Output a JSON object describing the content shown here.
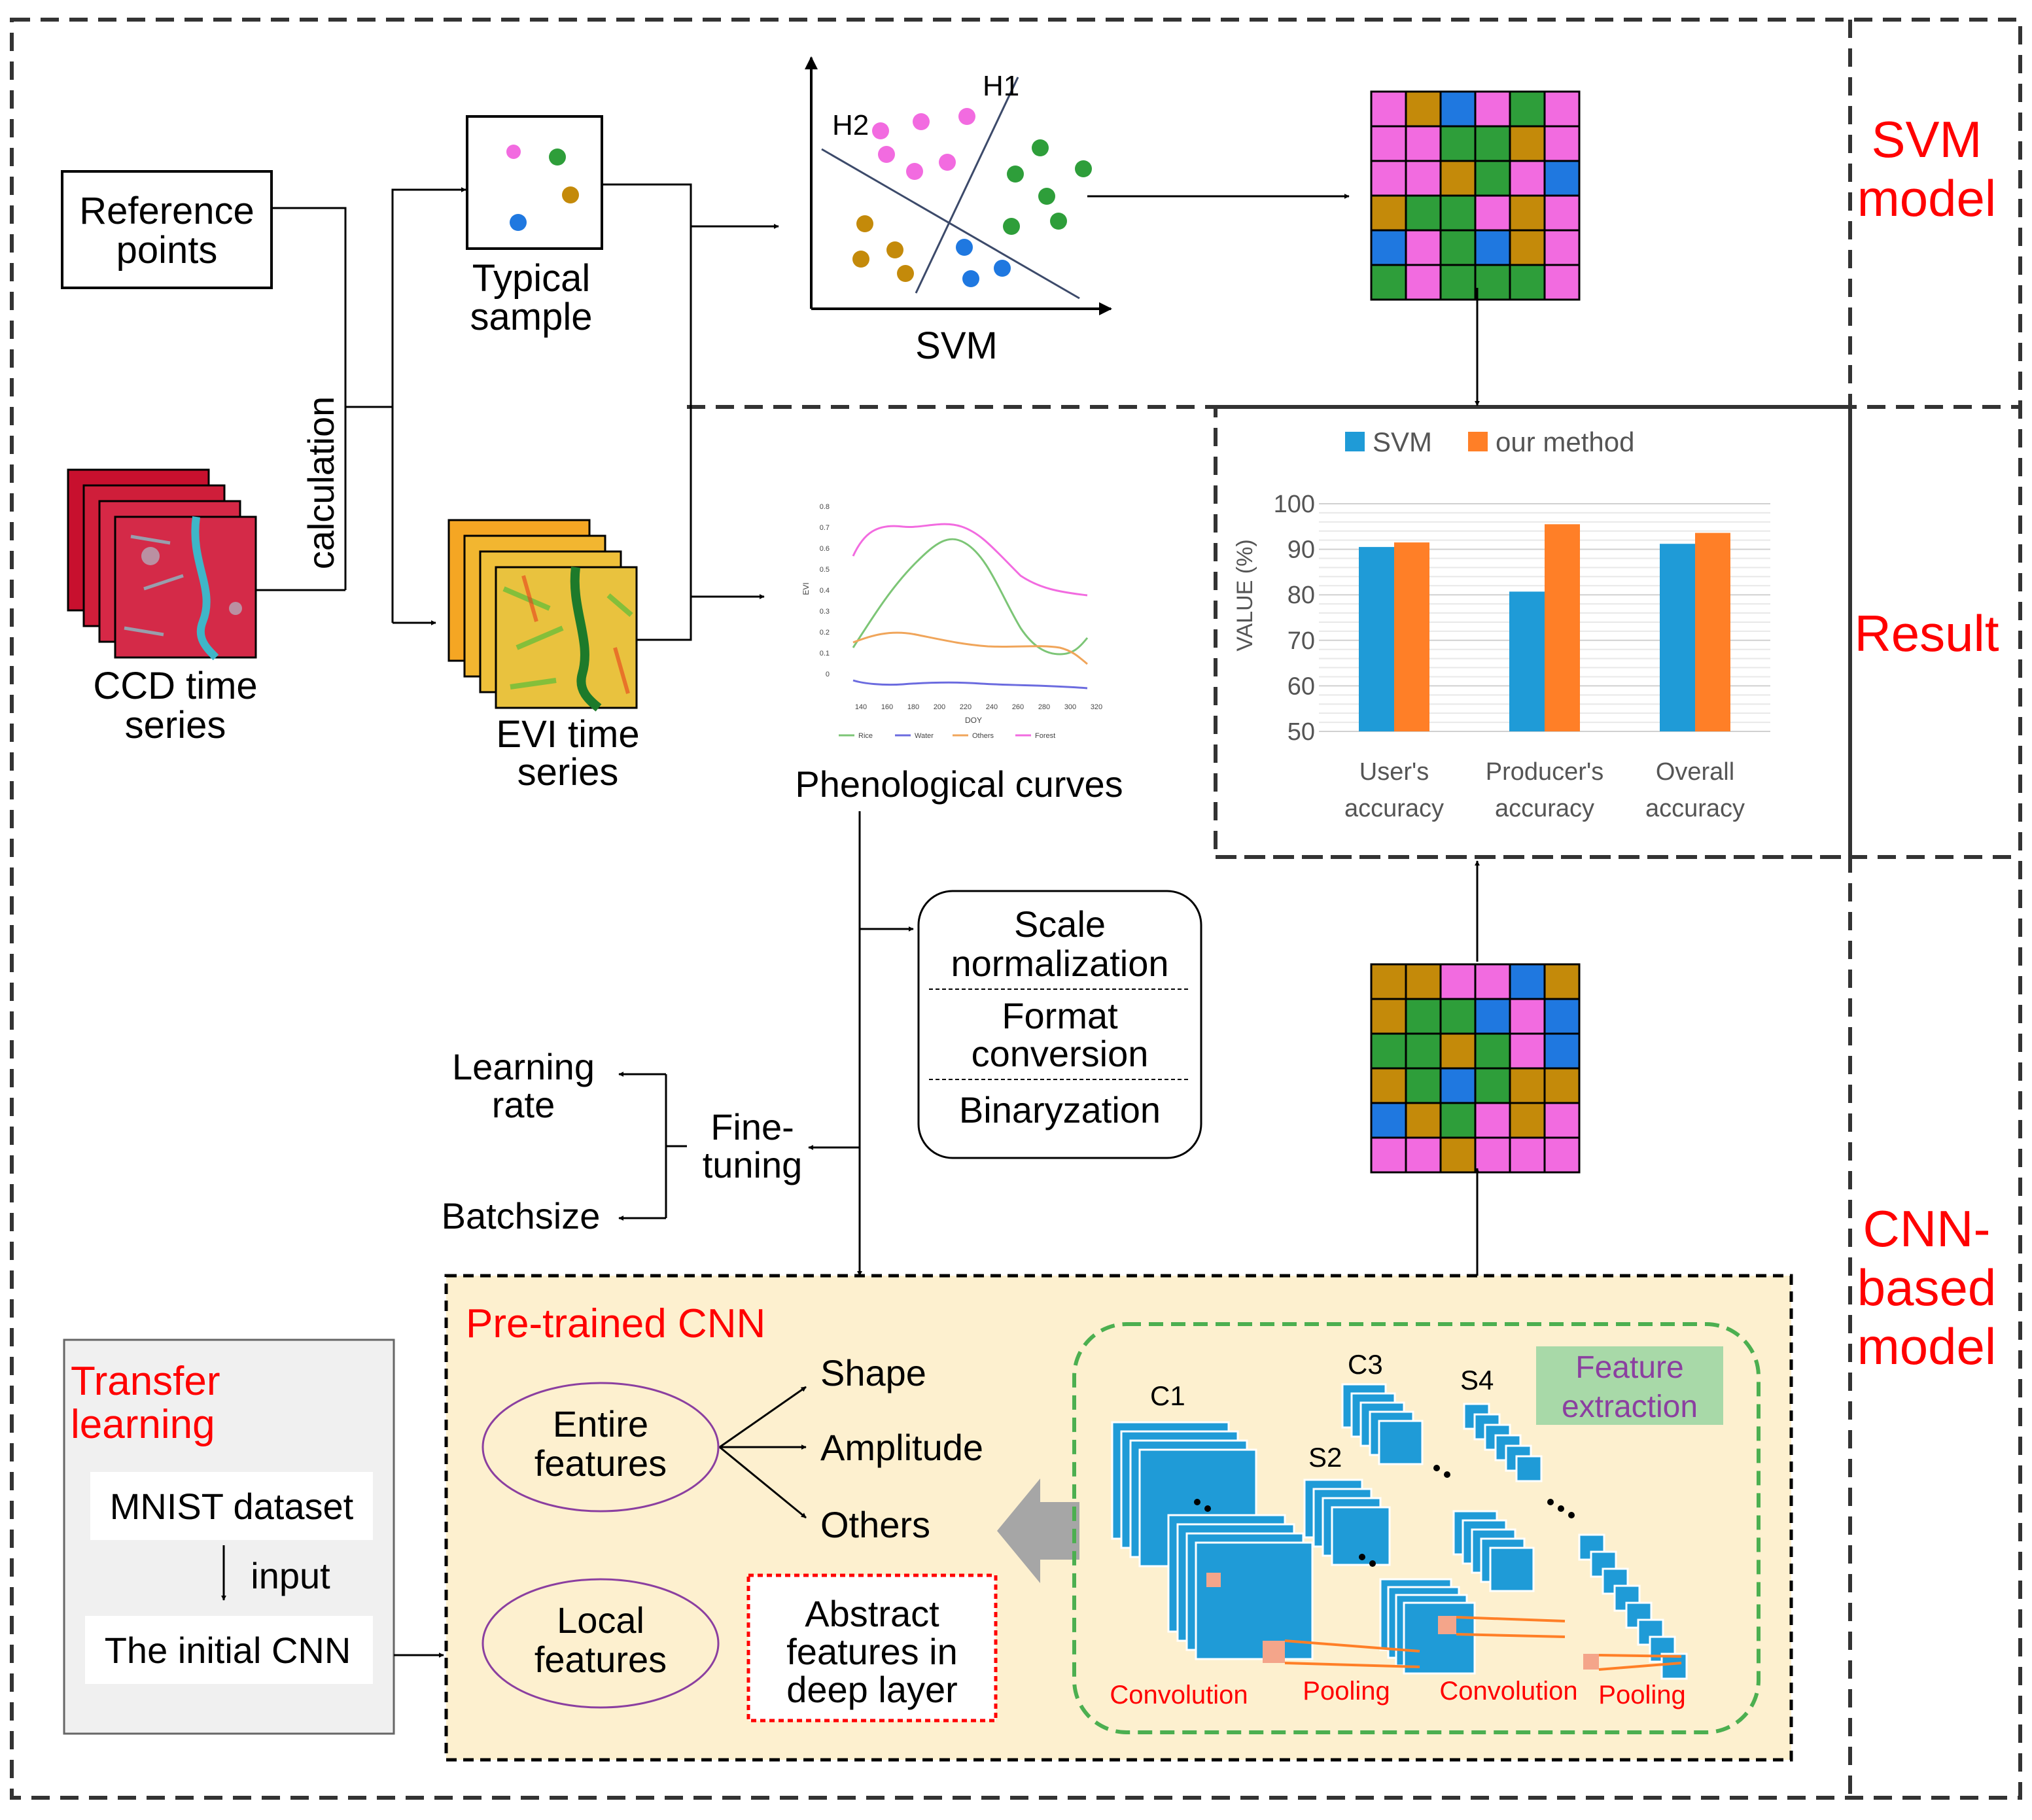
{
  "sections": {
    "svm": "SVM model",
    "svm_l1": "SVM",
    "svm_l2": "model",
    "result": "Result",
    "cnn_l1": "CNN-",
    "cnn_l2": "based",
    "cnn_l3": "model"
  },
  "inputs": {
    "reference_l1": "Reference",
    "reference_l2": "points",
    "ccd_l1": "CCD time",
    "ccd_l2": "series",
    "calculation": "calculation",
    "evi_l1": "EVI time",
    "evi_l2": "series",
    "typical_l1": "Typical",
    "typical_l2": "sample"
  },
  "svm_plot": {
    "caption": "SVM",
    "h1": "H1",
    "h2": "H2"
  },
  "phenology": {
    "caption": "Phenological curves",
    "ylabel": "EVI",
    "xlabel": "DOY",
    "yticks": [
      "0.8",
      "0.7",
      "0.6",
      "0.5",
      "0.4",
      "0.3",
      "0.2",
      "0.1",
      "0"
    ],
    "xticks": [
      "140",
      "160",
      "180",
      "200",
      "220",
      "240",
      "260",
      "280",
      "300",
      "320"
    ],
    "legend": [
      "Rice",
      "Water",
      "Others",
      "Forest"
    ],
    "colors": [
      "#7cc576",
      "#6b6bdf",
      "#f0a55a",
      "#f26be0"
    ]
  },
  "preprocess": {
    "scale_l1": "Scale",
    "scale_l2": "normalization",
    "format_l1": "Format",
    "format_l2": "conversion",
    "binary": "Binaryzation"
  },
  "finetune": {
    "label_l1": "Fine-",
    "label_l2": "tuning",
    "lr_l1": "Learning",
    "lr_l2": "rate",
    "batch": "Batchsize"
  },
  "transfer": {
    "title_l1": "Transfer",
    "title_l2": "learning",
    "mnist": "MNIST dataset",
    "input": "input",
    "initial": "The initial CNN"
  },
  "cnn": {
    "title": "Pre-trained CNN",
    "entire_l1": "Entire",
    "entire_l2": "features",
    "shape": "Shape",
    "amplitude": "Amplitude",
    "others": "Others",
    "local_l1": "Local",
    "local_l2": "features",
    "abstract_l1": "Abstract",
    "abstract_l2": "features in",
    "abstract_l3": "deep layer",
    "fe_l1": "Feature",
    "fe_l2": "extraction",
    "c1": "C1",
    "s2": "S2",
    "c3": "C3",
    "s4": "S4",
    "conv1": "Convolution",
    "pool1": "Pooling",
    "conv2": "Convolution",
    "pool2": "Pooling"
  },
  "chart_data": {
    "type": "bar",
    "title": "",
    "xlabel": "",
    "ylabel": "VALUE (%)",
    "ylim": [
      50,
      100
    ],
    "yticks": [
      50,
      60,
      70,
      80,
      90,
      100
    ],
    "categories": [
      "User's accuracy",
      "Producer's accuracy",
      "Overall accuracy"
    ],
    "category_lines": [
      [
        "User's",
        "accuracy"
      ],
      [
        "Producer's",
        "accuracy"
      ],
      [
        "Overall",
        "accuracy"
      ]
    ],
    "series": [
      {
        "name": "SVM",
        "color": "#1f9bd7",
        "values": [
          90.5,
          80.7,
          91.2
        ]
      },
      {
        "name": "our method",
        "color": "#ff7f27",
        "values": [
          91.5,
          95.5,
          93.6
        ]
      }
    ],
    "grid": true,
    "legend": "top"
  },
  "colors": {
    "red_text": "#ff0000",
    "cnn_bg": "#fdf0cf",
    "ellipse": "#8b3fa0",
    "cnn_blue": "#1f9bd7",
    "green_dash": "#4caf50",
    "feature_box": "#a8d9a8",
    "feature_text": "#8b3fa0",
    "orange": "#ff7f27",
    "grid_colors": {
      "P": "#f26be0",
      "G": "#2e9e3a",
      "O": "#c48a0a",
      "B": "#1f78e0"
    }
  },
  "grids": {
    "svm": [
      "POBPGP",
      "PPGGOP",
      "PPOGPB",
      "OGGPOP",
      "BPGBOP",
      "GPGGGP"
    ],
    "cnn": [
      "OOPPBO",
      "OGGBPB",
      "GGOGPB",
      "OGBGOO",
      "BOGPOP",
      "PPOPPP"
    ]
  }
}
